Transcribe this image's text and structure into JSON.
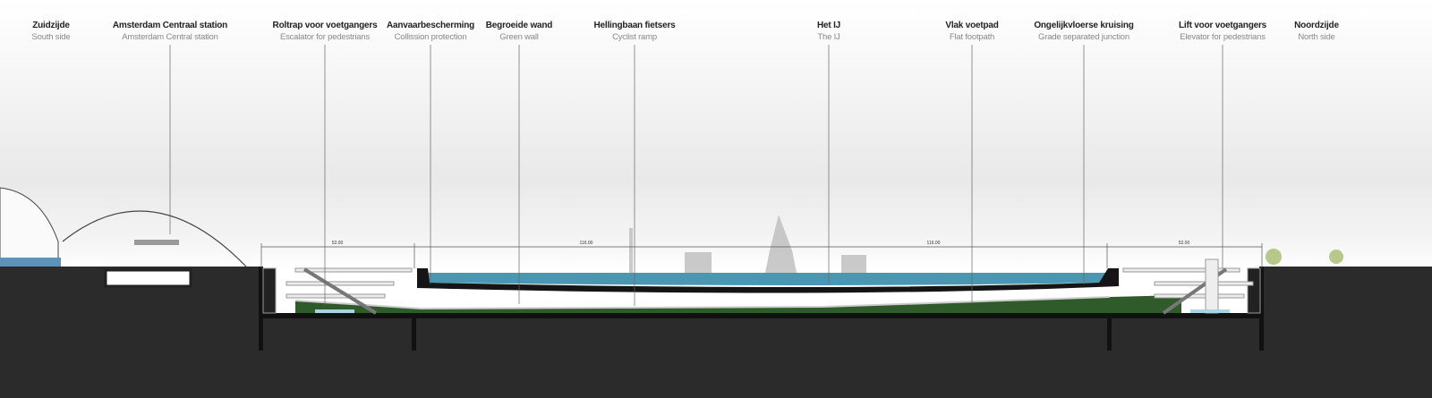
{
  "labels": [
    {
      "nl": "Zuidzijde",
      "en": "South side"
    },
    {
      "nl": "Amsterdam Centraal station",
      "en": "Amsterdam Central station"
    },
    {
      "nl": "Roltrap voor voetgangers",
      "en": "Escalator for pedestrians"
    },
    {
      "nl": "Aanvaarbescherming",
      "en": "Collission protection"
    },
    {
      "nl": "Begroeide wand",
      "en": "Green wall"
    },
    {
      "nl": "Hellingbaan fietsers",
      "en": "Cyclist ramp"
    },
    {
      "nl": "Het IJ",
      "en": "The IJ"
    },
    {
      "nl": "Vlak voetpad",
      "en": "Flat footpath"
    },
    {
      "nl": "Ongelijkvloerse kruising",
      "en": "Grade separated junction"
    },
    {
      "nl": "Lift voor voetgangers",
      "en": "Elevator for pedestrians"
    },
    {
      "nl": "Noordzijde",
      "en": "North side"
    }
  ],
  "dimensions": [
    "52.00",
    "116.00",
    "116.00",
    "52.00"
  ],
  "colors": {
    "water": "#3f8fae",
    "ground": "#2b2b2b",
    "green": "#2f5a2a",
    "sky": "#ececec"
  }
}
